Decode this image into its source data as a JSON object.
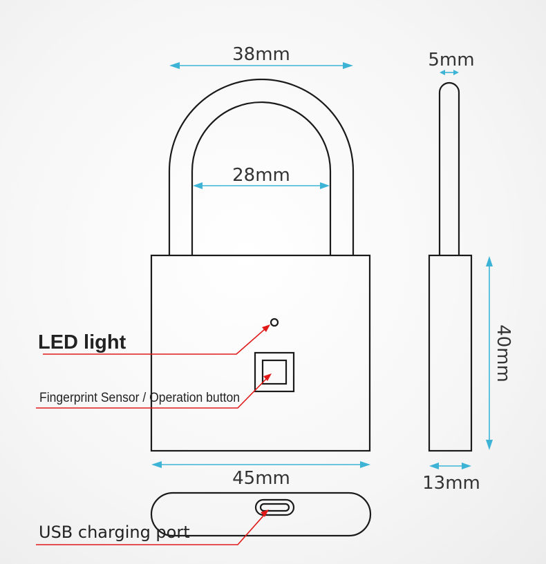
{
  "dimensions": {
    "shackle_outer_width": "38mm",
    "shackle_inner_width": "28mm",
    "shackle_thickness": "5mm",
    "body_width": "45mm",
    "body_height": "40mm",
    "body_depth": "13mm"
  },
  "callouts": {
    "led": "LED light",
    "fingerprint": "Fingerprint Sensor / Operation button",
    "usb": "USB charging port"
  },
  "colors": {
    "outline": "#1a1a1a",
    "dimension": "#3db4d6",
    "callout": "#e01818"
  }
}
